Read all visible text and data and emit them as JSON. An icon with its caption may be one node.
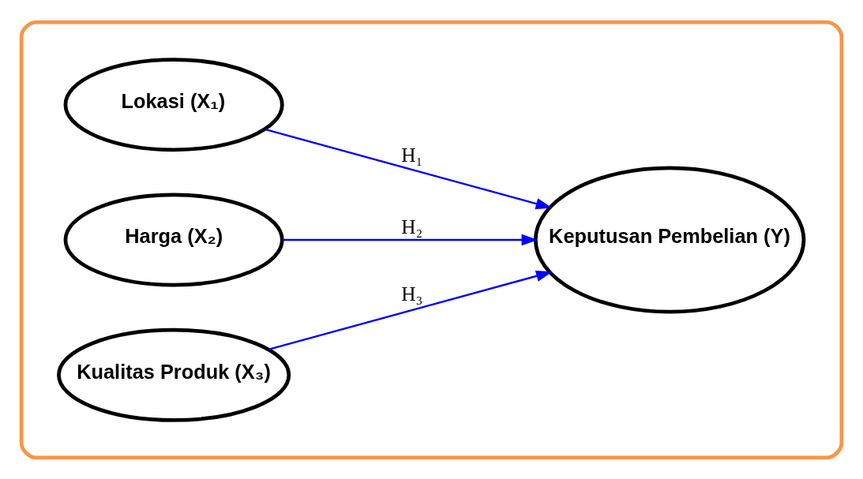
{
  "diagram": {
    "nodes": [
      {
        "text": [],
        "shape": "box"
      },
      {
        "text": [
          "Lokasi (X₁)"
        ],
        "in": 0
      },
      {
        "text": [
          "Harga (X₂)"
        ],
        "in": 0
      },
      {
        "text": [
          "Kualitas Produk (X₃)"
        ],
        "in": 0
      },
      {
        "text": [
          "Keputusan Pembelian (Y)"
        ],
        "in": 0
      }
    ],
    "edges": [
      {
        "from": 1,
        "to": 4,
        "arrow": "to",
        "label": "H₁"
      },
      {
        "from": 2,
        "to": 4,
        "arrow": "to",
        "label": "H₂"
      },
      {
        "from": 3,
        "to": 4,
        "arrow": "to",
        "label": "H₃"
      }
    ]
  }
}
